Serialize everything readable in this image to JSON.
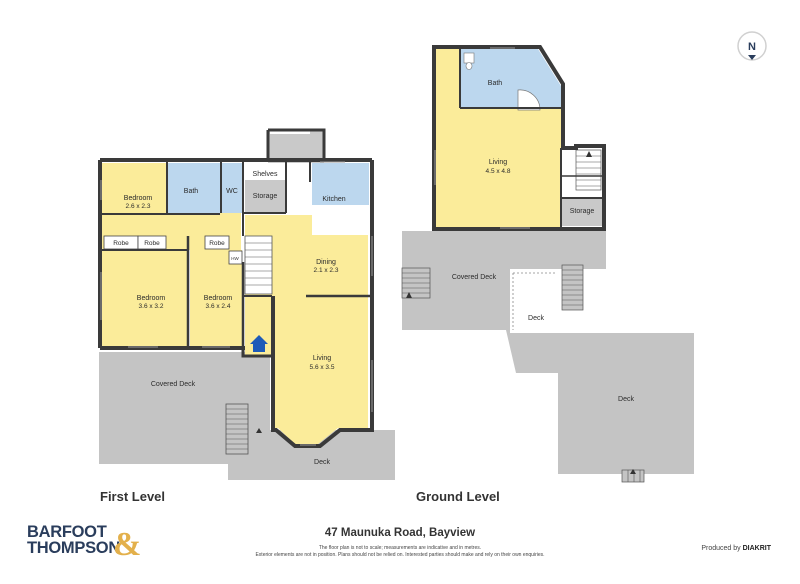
{
  "compass": {
    "label": "N"
  },
  "first_level": {
    "title": "First Level",
    "rooms": [
      {
        "key": "bedroom1",
        "name": "Bedroom",
        "dims": "2.6 x 2.3"
      },
      {
        "key": "bath",
        "name": "Bath",
        "dims": ""
      },
      {
        "key": "wc",
        "name": "WC",
        "dims": ""
      },
      {
        "key": "shelves",
        "name": "Shelves",
        "dims": ""
      },
      {
        "key": "storage",
        "name": "Storage",
        "dims": ""
      },
      {
        "key": "kitchen",
        "name": "Kitchen",
        "dims": ""
      },
      {
        "key": "robe1",
        "name": "Robe",
        "dims": ""
      },
      {
        "key": "robe2",
        "name": "Robe",
        "dims": ""
      },
      {
        "key": "robe3",
        "name": "Robe",
        "dims": ""
      },
      {
        "key": "hw",
        "name": "HW",
        "dims": ""
      },
      {
        "key": "dining",
        "name": "Dining",
        "dims": "2.1 x 2.3"
      },
      {
        "key": "bedroom2",
        "name": "Bedroom",
        "dims": "3.6 x 3.2"
      },
      {
        "key": "bedroom3",
        "name": "Bedroom",
        "dims": "3.6 x 2.4"
      },
      {
        "key": "living",
        "name": "Living",
        "dims": "5.6 x 3.5"
      },
      {
        "key": "covered_deck",
        "name": "Covered Deck",
        "dims": ""
      },
      {
        "key": "deck",
        "name": "Deck",
        "dims": ""
      }
    ]
  },
  "ground_level": {
    "title": "Ground Level",
    "rooms": [
      {
        "key": "bath",
        "name": "Bath",
        "dims": ""
      },
      {
        "key": "living",
        "name": "Living",
        "dims": "4.5 x 4.8"
      },
      {
        "key": "storage",
        "name": "Storage",
        "dims": ""
      },
      {
        "key": "covered_deck",
        "name": "Covered Deck",
        "dims": ""
      },
      {
        "key": "deck1",
        "name": "Deck",
        "dims": ""
      },
      {
        "key": "deck2",
        "name": "Deck",
        "dims": ""
      }
    ]
  },
  "footer": {
    "brand_line1": "BARFOOT",
    "brand_line2": "THOMPSON",
    "brand_amp": "&",
    "address": "47 Maunuka Road, Bayview",
    "disclaimer1": "The floor plan is not to scale; measurements are indicative and in metres.",
    "disclaimer2": "Exterior elements are not in position. Plans should not be relied on. Interested parties should make and rely on their own enquiries.",
    "produced_by": "Produced by",
    "producer": "DIAKRIT"
  },
  "colors": {
    "room_yellow": "#fbec9a",
    "wet_blue": "#bcd7ee",
    "service_grey": "#c9c9c9",
    "deck_grey": "#c4c4c4",
    "wall": "#3a3a3a",
    "brand_navy": "#2a3d5c",
    "brand_gold": "#e3b04b"
  }
}
